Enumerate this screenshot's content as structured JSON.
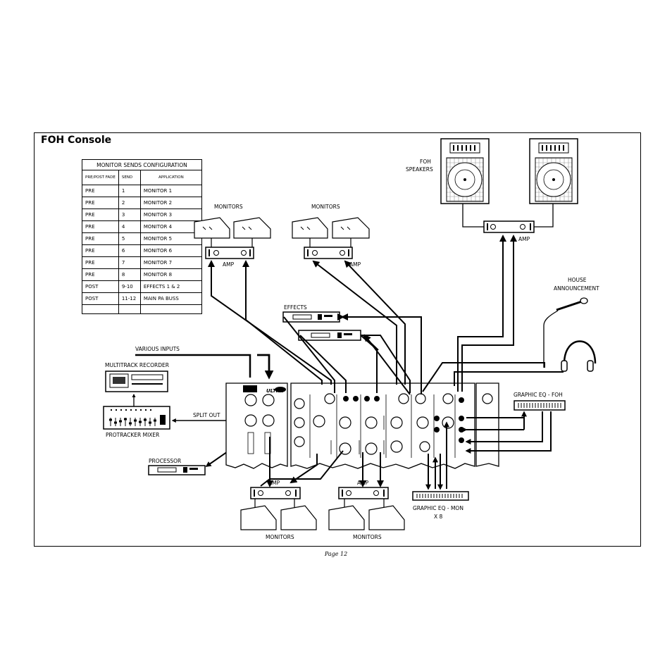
{
  "title": "FOH Console",
  "footer": "Page 12",
  "config_table": {
    "caption": "MONITOR SENDS CONFIGURATION",
    "headers": [
      "PRE/POST FADE",
      "SEND",
      "APPLICATION"
    ],
    "rows": [
      [
        "PRE",
        "1",
        "MONITOR 1"
      ],
      [
        "PRE",
        "2",
        "MONITOR 2"
      ],
      [
        "PRE",
        "3",
        "MONITOR 3"
      ],
      [
        "PRE",
        "4",
        "MONITOR 4"
      ],
      [
        "PRE",
        "5",
        "MONITOR 5"
      ],
      [
        "PRE",
        "6",
        "MONITOR 6"
      ],
      [
        "PRE",
        "7",
        "MONITOR 7"
      ],
      [
        "PRE",
        "8",
        "MONITOR 8"
      ],
      [
        "POST",
        "9-10",
        "EFFECTS 1 & 2"
      ],
      [
        "POST",
        "11-12",
        "MAIN PA BUSS"
      ]
    ]
  },
  "labels": {
    "foh_speakers_1": "FOH",
    "foh_speakers_2": "SPEAKERS",
    "monitors": "MONITORS",
    "amp": "AMP",
    "effects": "EFFECTS",
    "house_1": "HOUSE",
    "house_2": "ANNOUNCEMENT",
    "various_inputs": "VARIOUS INPUTS",
    "multitrack": "MULTITRACK RECORDER",
    "split_out": "SPLIT OUT",
    "protracker": "PROTRACKER MIXER",
    "processor": "PROCESSOR",
    "geq_foh": "GRAPHIC EQ - FOH",
    "geq_mon_1": "GRAPHIC EQ - MON",
    "geq_mon_2": "X 8",
    "brand": "ULTRA"
  }
}
